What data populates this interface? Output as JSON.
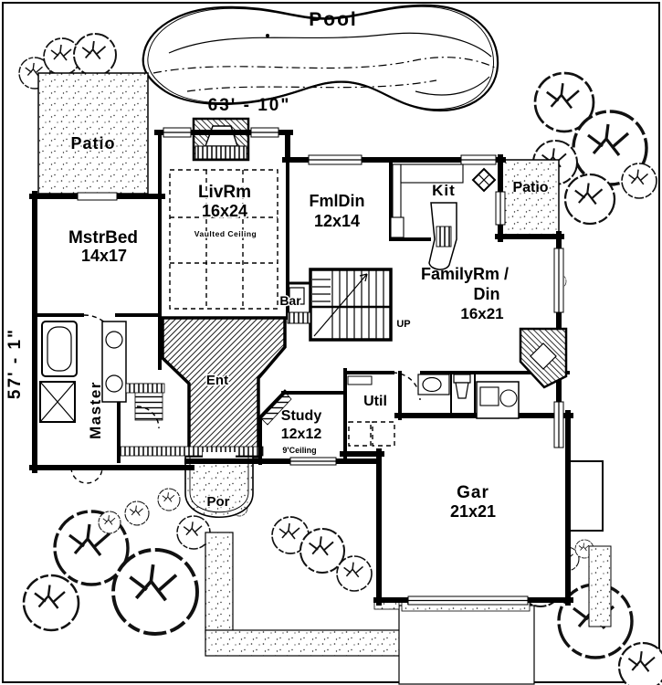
{
  "plan": {
    "pool": {
      "label": "Pool"
    },
    "dimensions": {
      "width": "63' - 10\"",
      "height": "57' - 1\""
    },
    "rooms": {
      "patio_left": {
        "label": "Patio"
      },
      "mstr_bed": {
        "label": "MstrBed",
        "size": "14x17"
      },
      "liv_rm": {
        "label": "LivRm",
        "size": "16x24",
        "note": "Vaulted Ceiling"
      },
      "fml_din": {
        "label": "FmlDin",
        "size": "12x14"
      },
      "kit": {
        "label": "Kit"
      },
      "patio_right": {
        "label": "Patio"
      },
      "family_rm": {
        "label": "FamilyRm /",
        "label2": "Din",
        "size": "16x21"
      },
      "bar": {
        "label": "Bar"
      },
      "stairs": {
        "label": "UP"
      },
      "master": {
        "label": "Master"
      },
      "entry": {
        "label": "Ent"
      },
      "study": {
        "label": "Study",
        "size": "12x12",
        "note": "9'Ceiling"
      },
      "util": {
        "label": "Util"
      },
      "garage": {
        "label": "Gar",
        "size": "21x21"
      },
      "porch": {
        "label": "Por"
      }
    },
    "colors": {
      "ink": "#000000",
      "paper": "#ffffff"
    }
  }
}
